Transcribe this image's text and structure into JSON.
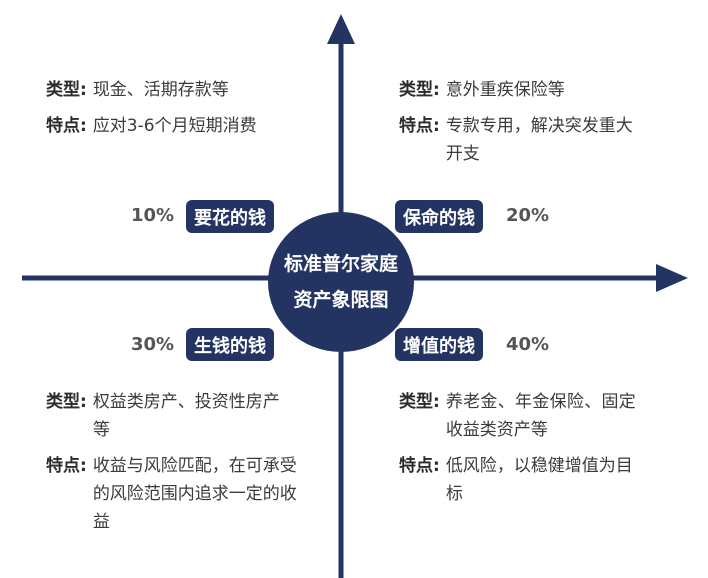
{
  "colors": {
    "navy": "#233463",
    "text": "#3b3b3b",
    "pct": "#555555"
  },
  "center": {
    "line1": "标准普尔家庭",
    "line2": "资产象限图"
  },
  "quadrants": [
    {
      "tag": "要花的钱",
      "pct": "10%",
      "type_key": "类型:",
      "type_val": "现金、活期存款等",
      "feature_key": "特点:",
      "feature_val": "应对3-6个月短期消费"
    },
    {
      "tag": "保命的钱",
      "pct": "20%",
      "type_key": "类型:",
      "type_val": "意外重疾保险等",
      "feature_key": "特点:",
      "feature_val": "专款专用，解决突发重大开支"
    },
    {
      "tag": "生钱的钱",
      "pct": "30%",
      "type_key": "类型:",
      "type_val": "权益类房产、投资性房产等",
      "feature_key": "特点:",
      "feature_val": "收益与风险匹配，在可承受的风险范围内追求一定的收益"
    },
    {
      "tag": "增值的钱",
      "pct": "40%",
      "type_key": "类型:",
      "type_val": "养老金、年金保险、固定收益类资产等",
      "feature_key": "特点:",
      "feature_val": "低风险，以稳健增值为目标"
    }
  ]
}
